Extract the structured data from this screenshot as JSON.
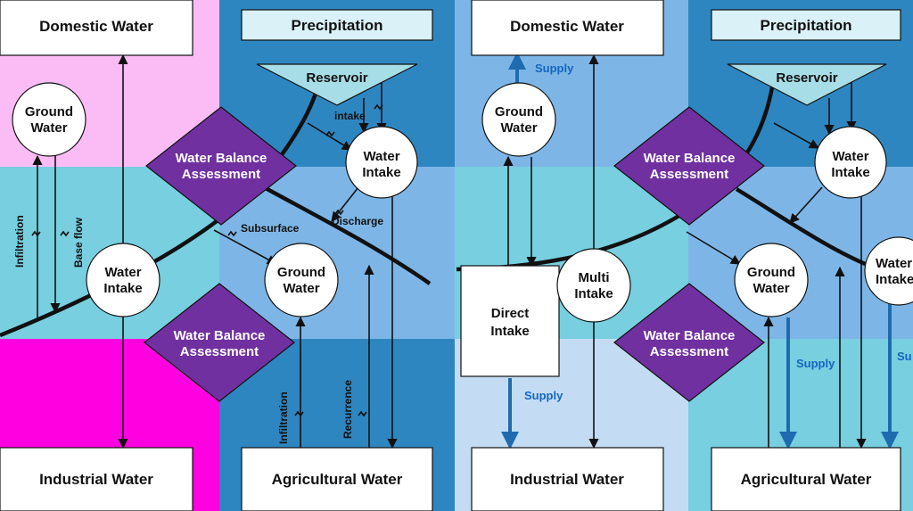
{
  "left": {
    "domestic": "Domestic Water",
    "precipitation": "Precipitation",
    "reservoir": "Reservoir",
    "ground_water_top": [
      "Ground",
      "Water"
    ],
    "water_balance_top": [
      "Water Balance",
      "Assessment"
    ],
    "water_intake_right": [
      "Water",
      "Intake"
    ],
    "water_intake_left": [
      "Water",
      "Intake"
    ],
    "ground_water_mid": [
      "Ground",
      "Water"
    ],
    "water_balance_bottom": [
      "Water Balance",
      "Assessment"
    ],
    "industrial": "Industrial Water",
    "agricultural": "Agricultural Water",
    "labels": {
      "intake": "intake",
      "discharge": "Discharge",
      "subsurface": "Subsurface",
      "infiltration_left": "Infiltration",
      "base_flow": "Base flow",
      "infiltration_bottom": "Infiltration",
      "recurrence": "Recurrence"
    }
  },
  "right": {
    "domestic": "Domestic Water",
    "precipitation": "Precipitation",
    "reservoir": "Reservoir",
    "ground_water_top": [
      "Ground",
      "Water"
    ],
    "water_balance_top": [
      "Water Balance",
      "Assessment"
    ],
    "water_intake": [
      "Water",
      "Intake"
    ],
    "multi_intake": [
      "Multi",
      "Intake"
    ],
    "direct_intake": [
      "Direct",
      "Intake"
    ],
    "ground_water_mid": [
      "Ground",
      "Water"
    ],
    "water_intake_edge": [
      "Water",
      "Intake"
    ],
    "water_balance_bottom": [
      "Water Balance",
      "Assessment"
    ],
    "industrial": "Industrial Water",
    "agricultural": "Agricultural Water",
    "supply": "Supply",
    "supply_edge": "Su"
  },
  "colors": {
    "pink_light": "#fbbcf6",
    "magenta": "#ff00e0",
    "cyan": "#77cfe0",
    "blue_dark": "#2e86c1",
    "blue_mid": "#7db6e6",
    "blue_pale": "#c4dcf3",
    "purple": "#7030a0",
    "supply_blue": "#1565c0"
  }
}
